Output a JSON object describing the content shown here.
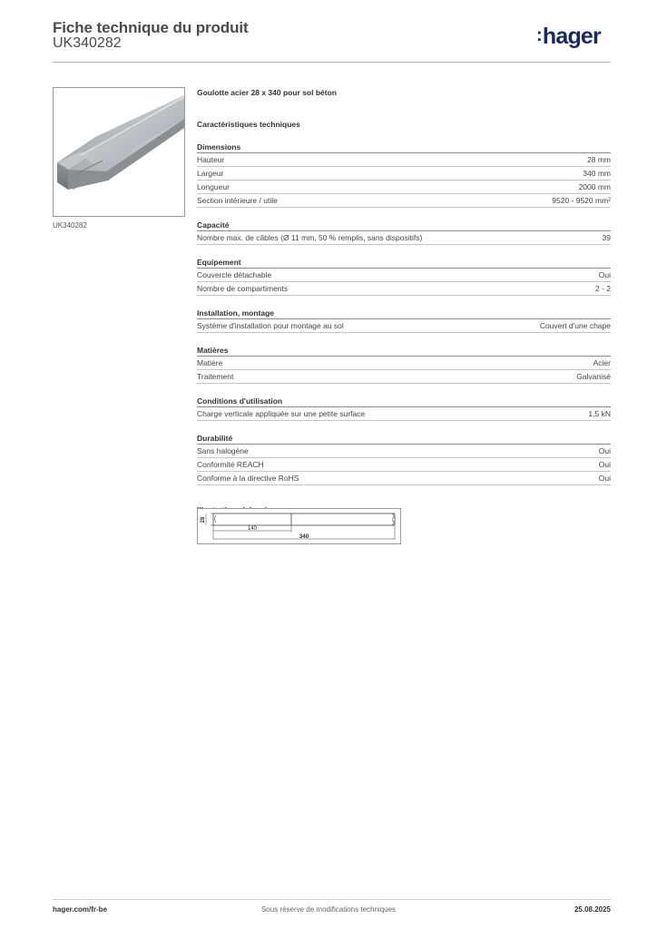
{
  "header": {
    "title": "Fiche technique du produit",
    "ref": "UK340282",
    "logo_text": "hager",
    "logo_color": "#1b2a5c"
  },
  "photo": {
    "caption": "UK340282"
  },
  "product": {
    "name": "Goulotte acier 28 x 340 pour sol béton",
    "tech_heading": "Caractéristiques techniques"
  },
  "sections": [
    {
      "title": "Dimensions",
      "rows": [
        {
          "label": "Hauteur",
          "value": "28 mm"
        },
        {
          "label": "Largeur",
          "value": "340 mm"
        },
        {
          "label": "Longueur",
          "value": "2000 mm"
        },
        {
          "label": "Section intérieure / utile",
          "value": "9520 - 9520 mm²"
        }
      ]
    },
    {
      "title": "Capacité",
      "rows": [
        {
          "label": "Nombre max. de câbles (Ø 11 mm, 50 % remplis, sans dispositifs)",
          "value": "39"
        }
      ]
    },
    {
      "title": "Equipement",
      "rows": [
        {
          "label": "Couvercle détachable",
          "value": "Oui"
        },
        {
          "label": "Nombre de compartiments",
          "value": "2 - 2"
        }
      ]
    },
    {
      "title": "Installation, montage",
      "rows": [
        {
          "label": "Système d'installation  pour montage au sol",
          "value": "Couvert d'une chape"
        }
      ]
    },
    {
      "title": "Matières",
      "rows": [
        {
          "label": "Matière",
          "value": "Acier"
        },
        {
          "label": "Traitement",
          "value": "Galvanisé"
        }
      ]
    },
    {
      "title": "Conditions d'utilisation",
      "rows": [
        {
          "label": "Charge verticale appliquée sur une petite surface",
          "value": "1,5 kN"
        }
      ]
    },
    {
      "title": "Durabilité",
      "rows": [
        {
          "label": "Sans halogène",
          "value": "Oui"
        },
        {
          "label": "Conformité REACH",
          "value": "Oui"
        },
        {
          "label": "Conforme à la directive RoHS",
          "value": "Oui"
        }
      ]
    }
  ],
  "illustrations": {
    "heading": "Illustrations | dessins",
    "dim_height": "28",
    "dim_compartment": "140",
    "dim_width": "340"
  },
  "footer": {
    "left": "hager.com/fr-be",
    "center": "Sous réserve de modifications techniques",
    "right": "25.08.2025"
  }
}
